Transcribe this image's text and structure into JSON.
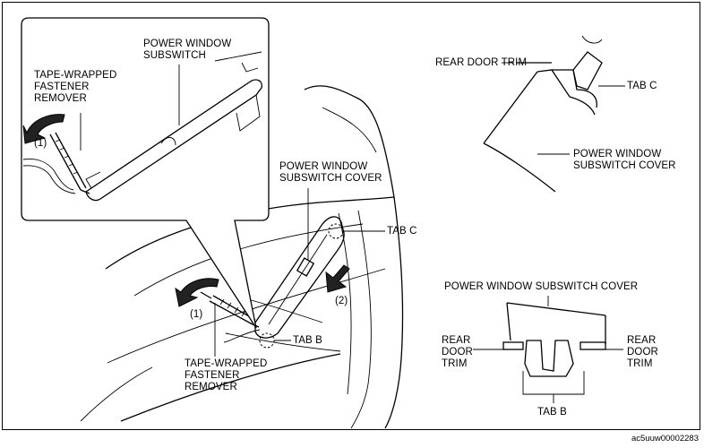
{
  "labels": {
    "pw_subswitch_inset": "POWER WINDOW\nSUBSWITCH",
    "remover_inset": "TAPE-WRAPPED\nFASTENER\nREMOVER",
    "step1_inset": "(1)",
    "pw_subswitch_cover_main": "POWER WINDOW\nSUBSWITCH COVER",
    "tab_c_main": "TAB C",
    "step2": "(2)",
    "step1_main": "(1)",
    "tab_b_main": "TAB B",
    "remover_main": "TAPE-WRAPPED\nFASTENER\nREMOVER",
    "rear_door_trim_top": "REAR DOOR TRIM",
    "tab_c_top": "TAB C",
    "pw_subswitch_cover_top": "POWER WINDOW\nSUBSWITCH COVER",
    "pw_subswitch_cover_bottom": "POWER WINDOW SUBSWITCH COVER",
    "rear_door_trim_left": "REAR\nDOOR\nTRIM",
    "rear_door_trim_right": "REAR\nDOOR\nTRIM",
    "tab_b_bottom": "TAB B"
  },
  "figure_code": "ac5uuw00002283"
}
